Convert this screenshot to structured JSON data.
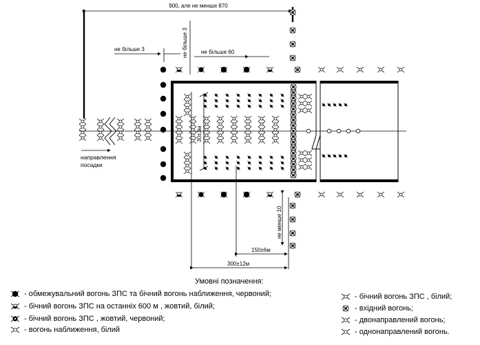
{
  "dimensions": {
    "total_length": "900, але не менше 870",
    "max3_a": "не більше 3",
    "max3_b": "не більше 3",
    "max60": "не більше 60",
    "spacing30": "30±3м",
    "min10": "не менше 10",
    "d150": "150±6м",
    "d300": "300±12м"
  },
  "direction_label_line1": "направлення",
  "direction_label_line2": "посадки",
  "legend": {
    "title": "Умовні позначення:",
    "items": [
      {
        "icon": "filled-circle-icon",
        "text": "- обмежувальний вогонь ЗПС та бічний вогонь наближення, червоний;"
      },
      {
        "icon": "side-yellow-white-icon",
        "text": "- бічний вогонь ЗПС на останніх 600 м , жовтий, білий;"
      },
      {
        "icon": "side-yellow-red-icon",
        "text": "- бічний вогонь ЗПС , жовтий, червоний;"
      },
      {
        "icon": "approach-white-icon",
        "text": "- вогонь наближення, білий"
      },
      {
        "icon": "side-white-icon",
        "text": "- бічний вогонь ЗПС , білий;"
      },
      {
        "icon": "threshold-icon",
        "text": "- вхідний вогонь;"
      },
      {
        "icon": "bidirectional-icon",
        "text": "- двонаправлений вогонь;"
      },
      {
        "icon": "unidirectional-icon",
        "text": "- однонаправлений вогонь."
      }
    ]
  }
}
